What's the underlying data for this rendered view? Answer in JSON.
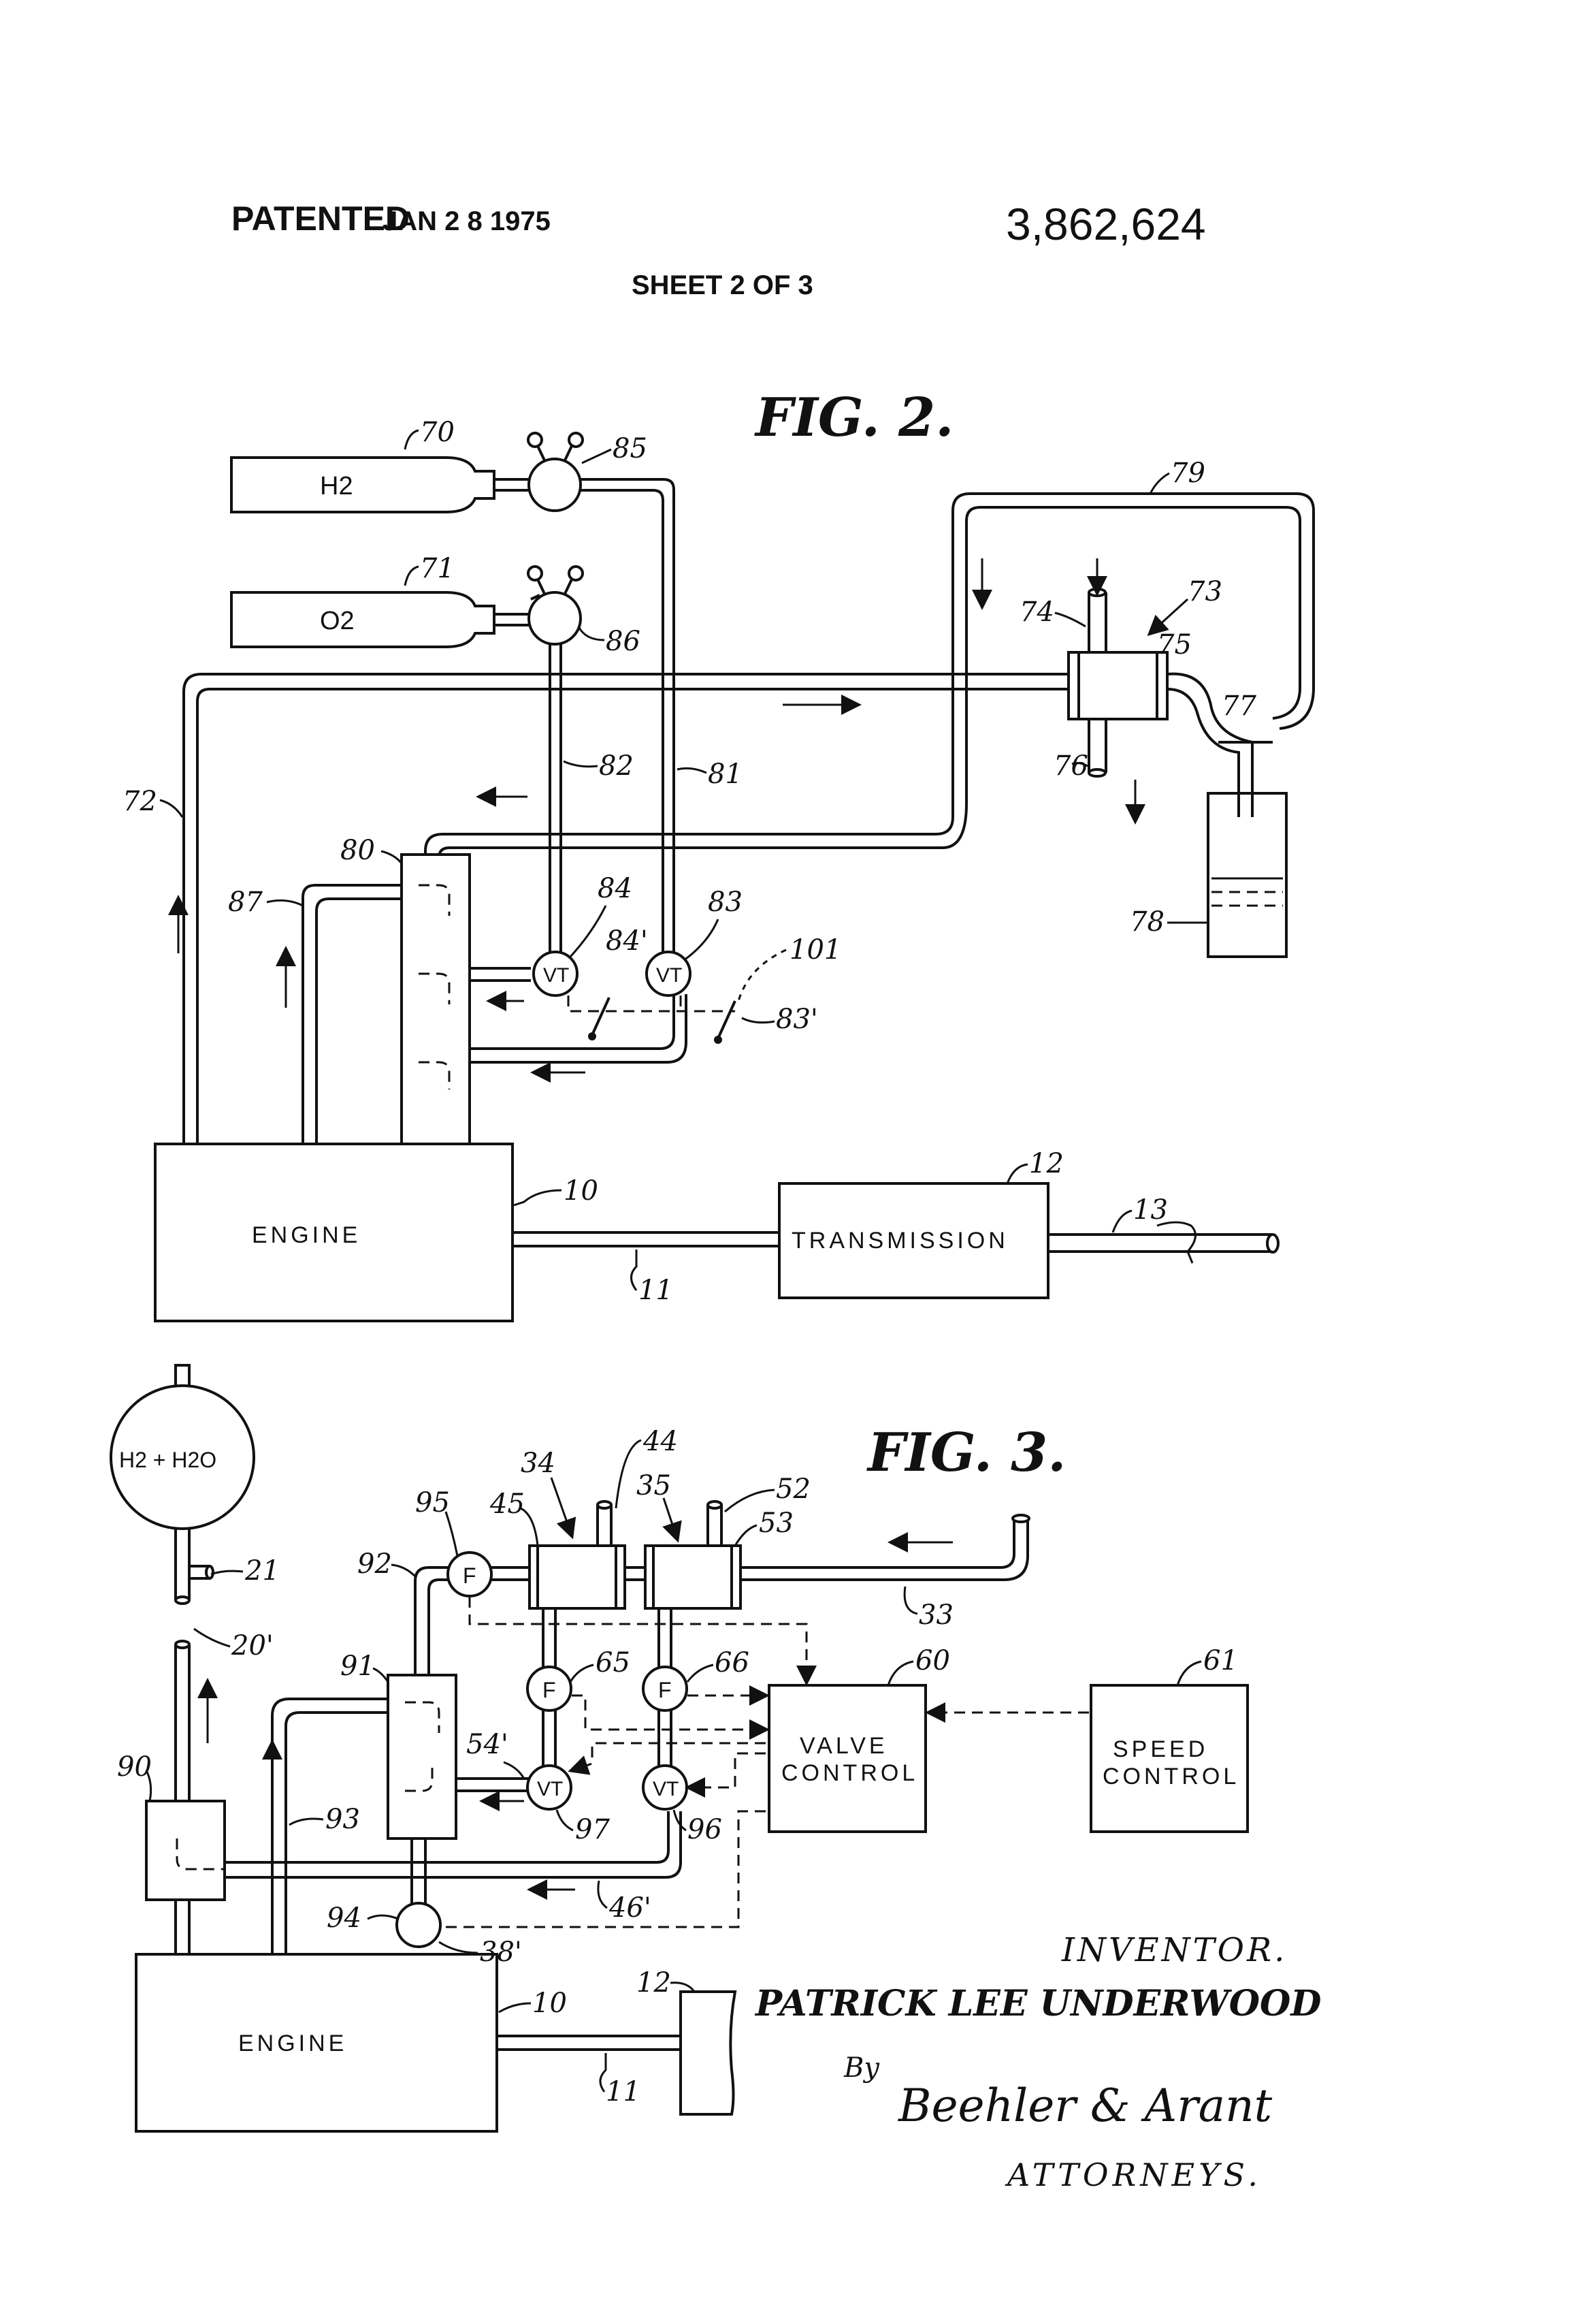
{
  "header": {
    "patented": "PATENTED",
    "date": "JAN 2 8 1975",
    "patent_number": "3,862,624",
    "sheet": "SHEET 2 OF 3"
  },
  "fig2": {
    "title": "FIG. 2.",
    "h2_tank_label": "H2",
    "o2_tank_label": "O2",
    "engine_label": "ENGINE",
    "transmission_label": "TRANSMISSION",
    "valve_labels": [
      "VT",
      "VT"
    ],
    "refs": {
      "r70": "70",
      "r71": "71",
      "r85": "85",
      "r86": "86",
      "r79": "79",
      "r73": "73",
      "r74": "74",
      "r75": "75",
      "r76": "76",
      "r77": "77",
      "r78": "78",
      "r72": "72",
      "r82": "82",
      "r81": "81",
      "r80": "80",
      "r87": "87",
      "r84": "84",
      "r83": "83",
      "r84p": "84'",
      "r83p": "83'",
      "r101": "101",
      "r10": "10",
      "r12": "12",
      "r13": "13",
      "r11": "11"
    }
  },
  "fig3": {
    "title": "FIG. 3.",
    "sphere_label": "H2 + H2O",
    "engine_label": "ENGINE",
    "valve_control_label": [
      "VALVE",
      "CONTROL"
    ],
    "speed_control_label": [
      "SPEED",
      "CONTROL"
    ],
    "f_labels": [
      "F",
      "F",
      "F"
    ],
    "vt_labels": [
      "VT",
      "VT"
    ],
    "refs": {
      "r21": "21",
      "r20p": "20'",
      "r90": "90",
      "r93": "93",
      "r94": "94",
      "r38p": "38'",
      "r10": "10",
      "r12": "12",
      "r11": "11",
      "r92": "92",
      "r95": "95",
      "r91": "91",
      "r34": "34",
      "r45": "45",
      "r44": "44",
      "r35": "35",
      "r52": "52",
      "r53": "53",
      "r33": "33",
      "r65": "65",
      "r66": "66",
      "r60": "60",
      "r61": "61",
      "r54p": "54'",
      "r97": "97",
      "r96": "96",
      "r46p": "46'"
    }
  },
  "inventor": {
    "label": "INVENTOR.",
    "name": "PATRICK LEE UNDERWOOD",
    "by": "By",
    "signature": "Beehler & Arant",
    "attorneys": "ATTORNEYS."
  }
}
